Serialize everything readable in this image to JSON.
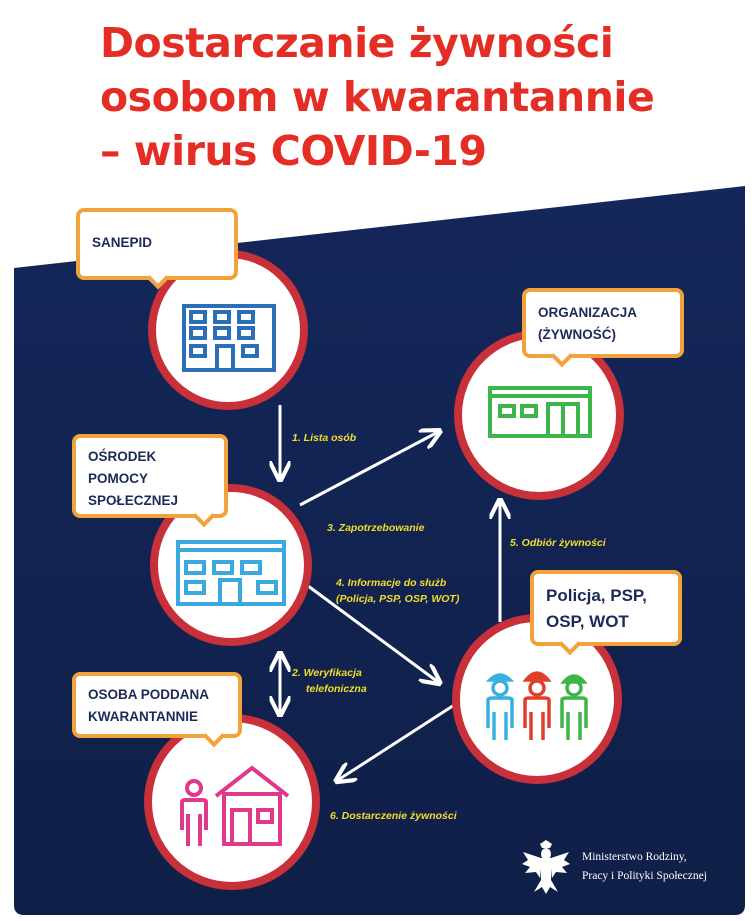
{
  "title": {
    "line1": "Dostarczanie żywności",
    "line2": "osobom w kwarantannie",
    "line3": "– wirus COVID-19"
  },
  "nodes": {
    "sanepid": "SANEPID",
    "organizacja_line1": "ORGANIZACJA",
    "organizacja_line2": "(ŻYWNOŚĆ)",
    "osrodek_line1": "OŚRODEK",
    "osrodek_line2": "POMOCY",
    "osrodek_line3": "SPOŁECZNEJ",
    "sluzby_line1": "Policja, PSP,",
    "sluzby_line2": "OSP, WOT",
    "osoba_line1": "OSOBA PODDANA",
    "osoba_line2": "KWARANTANNIE"
  },
  "steps": {
    "step1": "1. Lista osób",
    "step2_line1": "2. Weryfikacja",
    "step2_line2": "telefoniczna",
    "step3": "3. Zapotrzebowanie",
    "step4_line1": "4. Informacje do służb",
    "step4_line2": "(Policja, PSP, OSP, WOT)",
    "step5": "5. Odbiór żywności",
    "step6": "6. Dostarczenie żywności"
  },
  "footer": {
    "ministry_line1": "Ministerstwo Rodziny,",
    "ministry_line2": "Pracy i Polityki Społecznej"
  },
  "colors": {
    "title_red": "#e42d24",
    "panel_navy": "#14275a",
    "circle_border": "#c8303a",
    "callout_orange": "#f2a23b",
    "label_yellow": "#f2de2a",
    "building_dark_blue": "#2a6fb8",
    "building_light_blue": "#3aa9e0",
    "shop_green": "#3cb54a",
    "person_pink": "#e0388a",
    "police_blue": "#3ab0e0",
    "fire_red": "#e0402a",
    "soldier_green": "#3cb54a"
  }
}
